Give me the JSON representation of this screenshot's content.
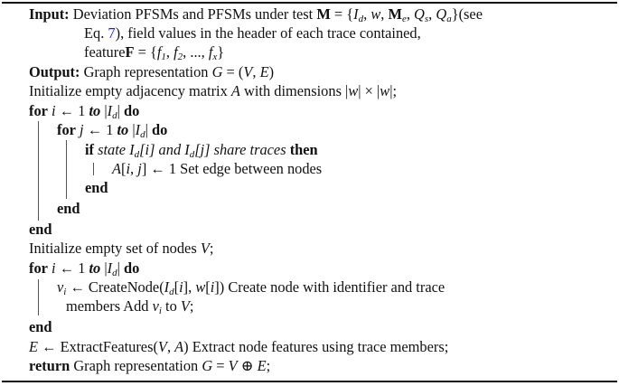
{
  "algorithm": {
    "input": {
      "label": "Input:",
      "line1_text": "Deviation PFSMs and PFSMs under test ",
      "line1_math": "M = {I_d, w, M_e, Q_s, Q_a}",
      "line1_tail": "(see",
      "line2_eq_prefix": "Eq. ",
      "line2_eq_ref": "7",
      "line2_text": "), field values in the header of each trace contained,",
      "line3_text": "feature",
      "line3_math": "F = {f_1, f_2, ..., f_x}"
    },
    "output": {
      "label": "Output:",
      "text": "Graph representation ",
      "math": "G = (V, E)"
    },
    "lines": [
      {
        "id": "init-adjacency",
        "text": "Initialize empty adjacency matrix A with dimensions |w| × |w|;"
      },
      {
        "id": "for-i-outer",
        "keyword_for": "for",
        "expr": "i ← 1",
        "keyword_to": "to",
        "range": "|I_d|",
        "keyword_do": "do"
      },
      {
        "id": "for-j",
        "keyword_for": "for",
        "expr": "j ← 1",
        "keyword_to": "to",
        "range": "|I_d|",
        "keyword_do": "do"
      },
      {
        "id": "if-share",
        "keyword_if": "if",
        "condition": "state I_d[i] and I_d[j] share traces",
        "keyword_then": "then"
      },
      {
        "id": "assign-edge",
        "expr": "A[i, j] ← 1",
        "comment": "Set edge between nodes"
      },
      {
        "id": "end-if",
        "keyword": "end"
      },
      {
        "id": "end-for-j",
        "keyword": "end"
      },
      {
        "id": "end-for-i",
        "keyword": "end"
      },
      {
        "id": "init-nodes",
        "text": "Initialize empty set of nodes V;"
      },
      {
        "id": "for-i-nodes",
        "keyword_for": "for",
        "expr": "i ← 1",
        "keyword_to": "to",
        "range": "|I_d|",
        "keyword_do": "do"
      },
      {
        "id": "create-node",
        "expr": "v_i ← CreateNode(I_d[i], w[i])",
        "comment": "Create node with identifier and trace",
        "continuation": "members Add v_i to V;"
      },
      {
        "id": "end-for-nodes",
        "keyword": "end"
      },
      {
        "id": "extract-features",
        "expr": "E ← ExtractFeatures(V, A)",
        "comment": "Extract node features using trace members;"
      },
      {
        "id": "return",
        "keyword": "return",
        "text": "Graph representation ",
        "math": "G = V ⊕ E;"
      }
    ]
  },
  "colors": {
    "text": "#111111",
    "link": "#1a1aff",
    "rule": "#111111",
    "block_bar": "#555555"
  }
}
